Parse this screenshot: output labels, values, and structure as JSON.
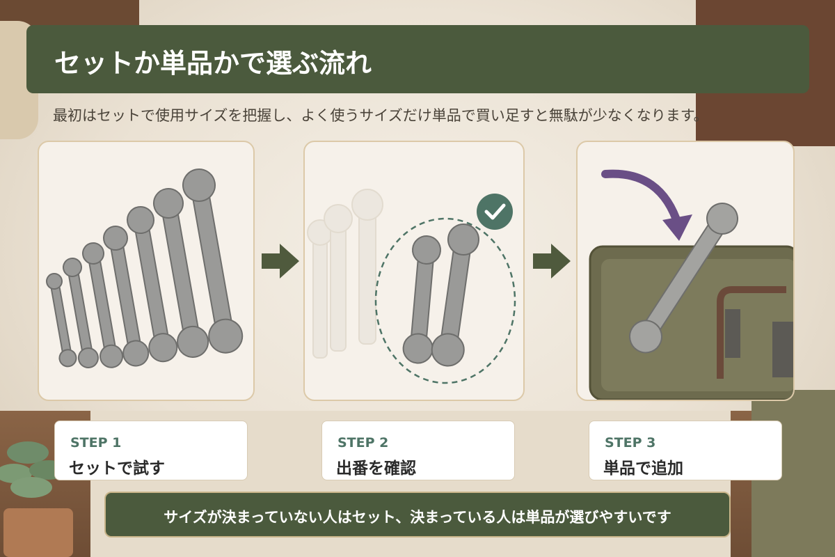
{
  "title": "セットか単品かで選ぶ流れ",
  "subtitle": "最初はセットで使用サイズを把握し、よく使うサイズだけ単品で買い足すと無駄が少なくなります。",
  "steps": [
    {
      "number": "STEP 1",
      "label": "セットで試す"
    },
    {
      "number": "STEP 2",
      "label": "出番を確認"
    },
    {
      "number": "STEP 3",
      "label": "単品で追加"
    }
  ],
  "footer": "サイズが決まっていない人はセット、決まっている人は単品が選びやすいです",
  "colors": {
    "header": "#4b5a3d",
    "accent": "#4e7466",
    "check": "#4e7466",
    "curve_arrow": "#6a4f86"
  }
}
